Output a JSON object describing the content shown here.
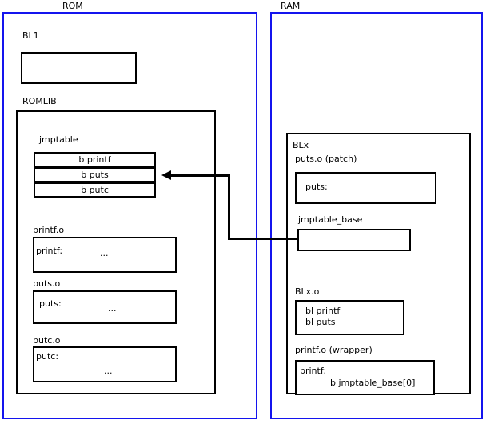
{
  "diagram": {
    "title_rom": "ROM",
    "title_ram": "RAM"
  },
  "rom": {
    "bl1_label": "BL1",
    "bl1_body": "",
    "romlib_label": "ROMLIB",
    "jmptable": {
      "label": "jmptable",
      "entries": [
        "b printf",
        "b puts",
        "b putc"
      ]
    },
    "objects": [
      {
        "label": "printf.o",
        "symbol": "printf:",
        "ellipsis": "..."
      },
      {
        "label": "puts.o",
        "symbol": "puts:",
        "ellipsis": "..."
      },
      {
        "label": "putc.o",
        "symbol": "putc:",
        "ellipsis": "..."
      }
    ]
  },
  "ram": {
    "blx_label": "BLx",
    "puts_patch_label": "puts.o (patch)",
    "puts_patch_symbol": "puts:",
    "jmptable_base_label": "jmptable_base",
    "jmptable_base_body": "",
    "blx_o_label": "BLx.o",
    "blx_o_lines": [
      "bl printf",
      "bl puts"
    ],
    "printf_wrapper_label": "printf.o (wrapper)",
    "printf_wrapper_symbol": "printf:",
    "printf_wrapper_branch": "b jmptable_base[0]"
  },
  "colors": {
    "region_border": "#1414EE",
    "box_border": "#000000",
    "text": "#000000",
    "background": "#FFFFFF"
  },
  "connector": {
    "name": "jmptable-base-to-jmptable-puts-arrow",
    "from": "jmptable_base",
    "to": "jmptable entry b puts"
  }
}
